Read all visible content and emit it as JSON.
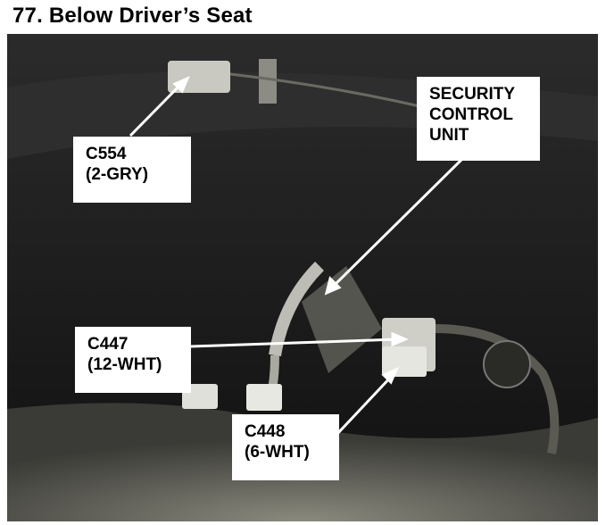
{
  "title": "77. Below Driver’s Seat",
  "callouts": {
    "c554": {
      "line1": "C554",
      "line2": "(2-GRY)"
    },
    "security_control_unit": {
      "line1": "SECURITY",
      "line2": "CONTROL",
      "line3": "UNIT"
    },
    "c447": {
      "line1": "C447",
      "line2": "(12-WHT)"
    },
    "c448": {
      "line1": "C448",
      "line2": "(6-WHT)"
    }
  },
  "colors": {
    "photo_background": "#1a1a1a",
    "callout_background": "#ffffff",
    "text": "#000000"
  }
}
